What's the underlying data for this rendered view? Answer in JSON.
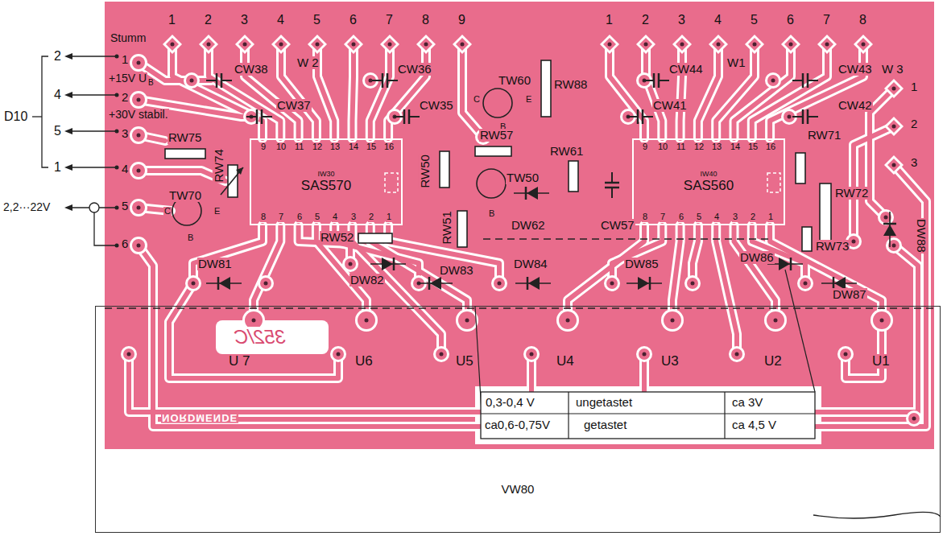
{
  "diagram": {
    "nodes": [
      {
        "text": [
          "IW30",
          "SAS570"
        ]
      },
      {
        "text": [
          "IW40",
          "SAS560"
        ]
      },
      {
        "text": [
          "VW80"
        ]
      }
    ],
    "labels": [
      "2",
      "4",
      "5",
      "1",
      "D10",
      "2,2···22V",
      "Stumm",
      "1",
      "+15V U",
      "B",
      "2",
      "+30V stabil.",
      "3",
      "4",
      "5",
      "6",
      "1",
      "2",
      "3",
      "4",
      "5",
      "6",
      "7",
      "8",
      "9",
      "W 2",
      "1",
      "2",
      "3",
      "4",
      "5",
      "6",
      "7",
      "8",
      "W1",
      "W 3",
      "1",
      "2",
      "3",
      "CW38",
      "CW37",
      "CW36",
      "CW35",
      "TW60",
      "C",
      "E",
      "B",
      "RW88",
      "RW61",
      "TW50",
      "B",
      "RW57",
      "RW50",
      "RW51",
      "DW62",
      "CW57",
      "CW44",
      "CW41",
      "CW43",
      "CW42",
      "RW71",
      "RW72",
      "RW73",
      "DW88",
      "RW75",
      "RW74",
      "TW70",
      "C",
      "E",
      "B",
      "RW52",
      "DW81",
      "DW82",
      "DW83",
      "DW84",
      "DW85",
      "DW86",
      "DW87",
      "9",
      "10",
      "11",
      "12",
      "13",
      "14",
      "15",
      "16",
      "8",
      "7",
      "6",
      "5",
      "4",
      "3",
      "2",
      "1",
      "9",
      "10",
      "11",
      "12",
      "13",
      "14",
      "15",
      "16",
      "8",
      "7",
      "6",
      "5",
      "4",
      "3",
      "2",
      "1",
      "U 7",
      "U6",
      "U5",
      "U4",
      "U3",
      "U2",
      "U1",
      "352/C",
      "NORDMENDE",
      "0,3-0,4 V",
      "ungetastet",
      "ca 3V",
      "ca0,6-0,75V",
      "getastet",
      "ca 4,5 V"
    ]
  }
}
